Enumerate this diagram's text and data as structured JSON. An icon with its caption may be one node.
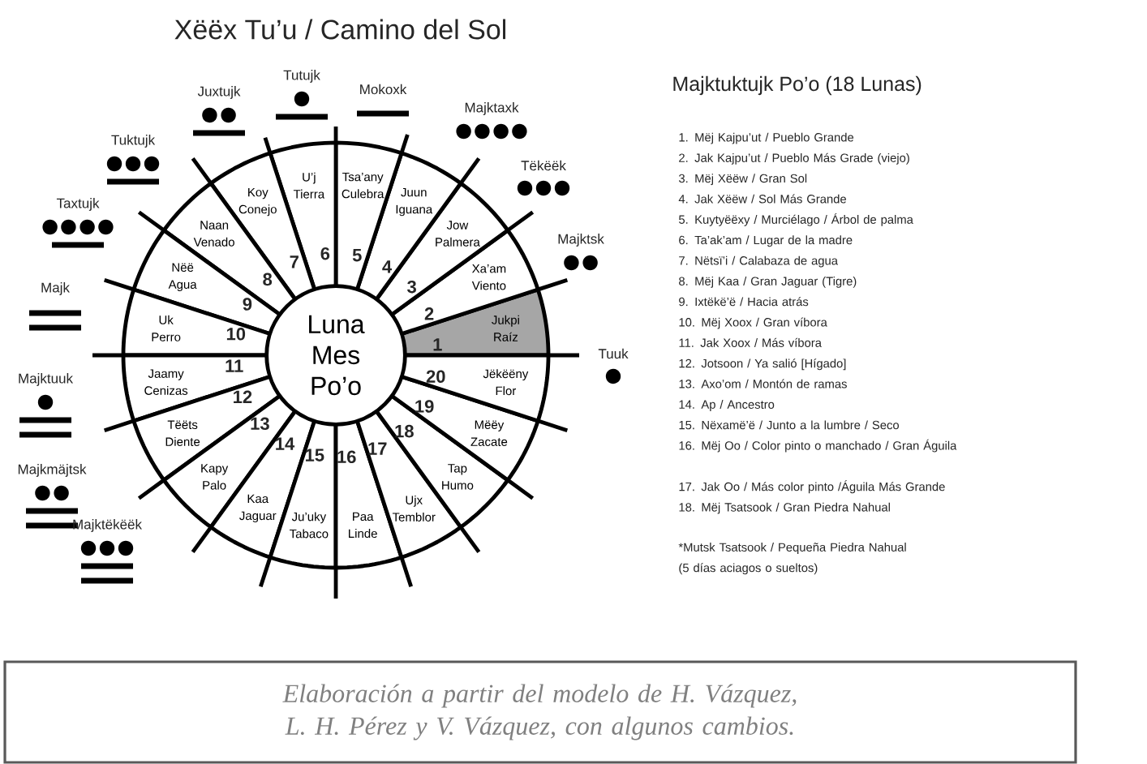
{
  "diagram": {
    "title": "Xëëx Tu’u / Camino del Sol",
    "caption": "Elaboración a partir del modelo de H. Vázquez, L. H. Pérez y V. Vázquez, con algunos cambios.",
    "nodes": [
      {
        "text": [
          "Luna Mes Po’o"
        ]
      },
      {
        "text": [
          "Jukpi Raíz",
          "1"
        ]
      },
      {
        "text": [
          "Xa’am Viento",
          "2"
        ]
      },
      {
        "text": [
          "Jow Palmera",
          "3"
        ]
      },
      {
        "text": [
          "Juun Iguana",
          "4"
        ]
      },
      {
        "text": [
          "Tsa’any Culebra",
          "5"
        ]
      },
      {
        "text": [
          "U’j Tierra",
          "6"
        ]
      },
      {
        "text": [
          "Koy Conejo",
          "7"
        ]
      },
      {
        "text": [
          "Naan Venado",
          "8"
        ]
      },
      {
        "text": [
          "Nëë Agua",
          "9"
        ]
      },
      {
        "text": [
          "Uk Perro",
          "10"
        ]
      },
      {
        "text": [
          "Jaamy Cenizas",
          "11"
        ]
      },
      {
        "text": [
          "12",
          "Tëëts Diente"
        ]
      },
      {
        "text": [
          "13",
          "Kapy Palo"
        ]
      },
      {
        "text": [
          "14",
          "Kaa Jaguar"
        ]
      },
      {
        "text": [
          "15",
          "Ju’uky Tabaco"
        ]
      },
      {
        "text": [
          "16",
          "Paa Linde"
        ]
      },
      {
        "text": [
          "17",
          "Ujx Temblor"
        ]
      },
      {
        "text": [
          "18",
          "Tap Humo"
        ]
      },
      {
        "text": [
          "19",
          "Mëëy Zacate"
        ]
      },
      {
        "text": [
          "20",
          "Jëkëëny Flor"
        ]
      }
    ],
    "labels": [
      "Tuuk",
      "Majktsk",
      "Tëkëëk",
      "Majktaxk",
      "Mokoxk",
      "Tutujk",
      "Juxtujk",
      "Tuktujk",
      "Taxtujk",
      "Majk",
      "Majktuuk",
      "Majkmäjtsk",
      "Majktëkëëk",
      "Majktuktujk Po’o (18 Lunas)",
      "1. Mëj Kajpu’ut / Pueblo Grande",
      "2. Jak Kajpu’ut / Pueblo Más Grade (viejo)",
      "3. Mëj Xëëw / Gran Sol",
      "4. Jak Xëëw / Sol Más Grande",
      "5. Kuytyëëxy / Murciélago / Árbol de palma",
      "6. Ta’ak’am / Lugar de la madre",
      "7. Nëtsï’i / Calabaza de agua",
      "8. Mëj Kaa / Gran Jaguar (Tigre)",
      "9. Ixtëkë’ë / Hacia atrás",
      "10. Mëj Xoox / Gran víbora",
      "11. Jak Xoox / Más víbora",
      "12. Jotsoon / Ya salió [Hígado]",
      "13. Axo’om / Montón de ramas",
      "14. Ap / Ancestro",
      "15. Nëxamë’ë / Junto a la lumbre / Seco",
      "16. Mëj Oo / Color pinto o manchado / Gran Águila",
      "17. Jak Oo / Más color pinto /Águila Más Grande",
      "18. Mëj Tsatsook / Gran Piedra Nahual",
      "*Mutsk Tsatsook / Pequeña Piedra Nahual",
      "(5 días aciagos o sueltos)"
    ]
  }
}
